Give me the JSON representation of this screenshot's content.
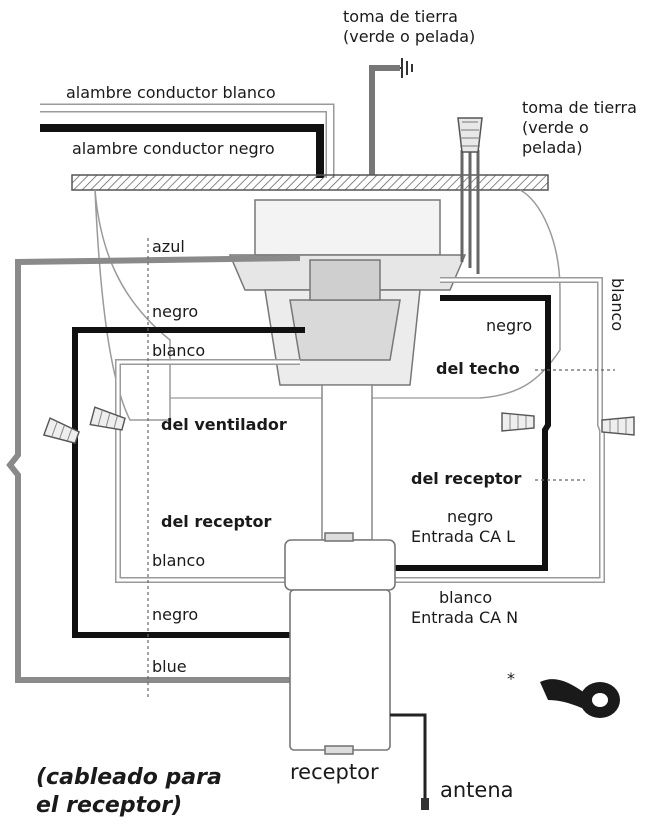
{
  "labels": {
    "ground_top_1": "toma de tierra",
    "ground_top_2": "(verde o pelada)",
    "ground_right_1": "toma de tierra",
    "ground_right_2": "(verde o",
    "ground_right_3": "pelada)",
    "white_supply": "alambre conductor blanco",
    "black_supply": "alambre conductor negro",
    "azul": "azul",
    "negro_fan": "negro",
    "blanco_fan": "blanco",
    "del_ventilador": "del ventilador",
    "blanco_right": "blanco",
    "negro_right": "negro",
    "del_techo": "del techo",
    "del_receptor_right": "del receptor",
    "del_receptor_left": "del receptor",
    "negro_ac_l_1": "negro",
    "negro_ac_l_2": "Entrada CA L",
    "blanco_rx": "blanco",
    "blanco_ac_n_1": "blanco",
    "blanco_ac_n_2": "Entrada CA N",
    "negro_rx": "negro",
    "blue_rx": "blue",
    "asterisk": "*",
    "receptor": "receptor",
    "antena": "antena",
    "caption_1": "(cableado para",
    "caption_2": "el receptor)"
  },
  "colors": {
    "black_wire": "#111111",
    "gray_wire": "#8a8a8a",
    "outline": "#9a9a9a",
    "hatch": "#555555",
    "tape": "#1a1a1a"
  },
  "icons": [
    "wire-nut-icon",
    "ground-symbol-icon",
    "electrical-tape-icon"
  ]
}
